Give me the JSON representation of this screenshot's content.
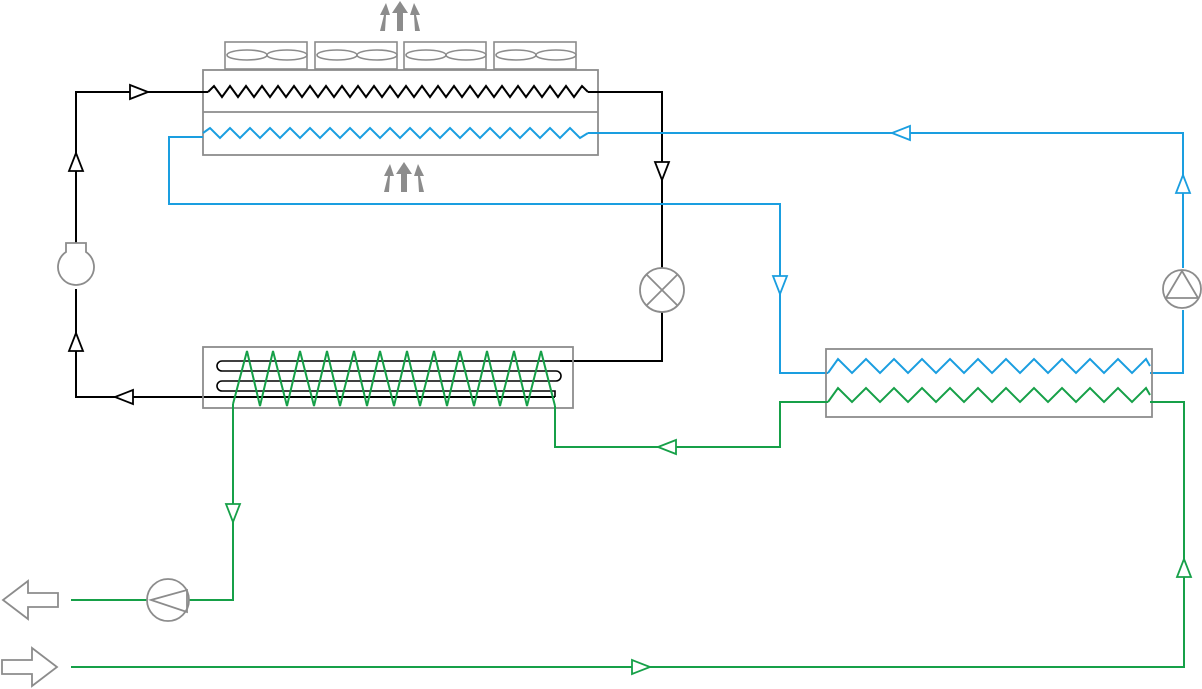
{
  "diagram": {
    "kind": "refrigeration-and-hydronic-piping-schematic",
    "colors": {
      "refrigerant": "#000000",
      "water_loop": "#1a9ee0",
      "glycol_loop": "#16a048",
      "equipment_outline": "#8c8c8c",
      "airflow_arrows": "#8c8c8c"
    },
    "icons": [
      "fan-icon",
      "airflow-up-arrows-icon",
      "compressor-icon",
      "expansion-valve-icon",
      "pump-icon",
      "supply-outlet-arrow-icon",
      "return-inlet-arrow-icon",
      "flow-direction-arrow-icon"
    ],
    "components": {
      "dry_cooler_fans": 4,
      "dry_cooler_coils": 2,
      "evaporator": 1,
      "plate_heat_exchanger": 1,
      "pumps": 2,
      "compressor": 1,
      "expansion_valve": 1
    }
  }
}
